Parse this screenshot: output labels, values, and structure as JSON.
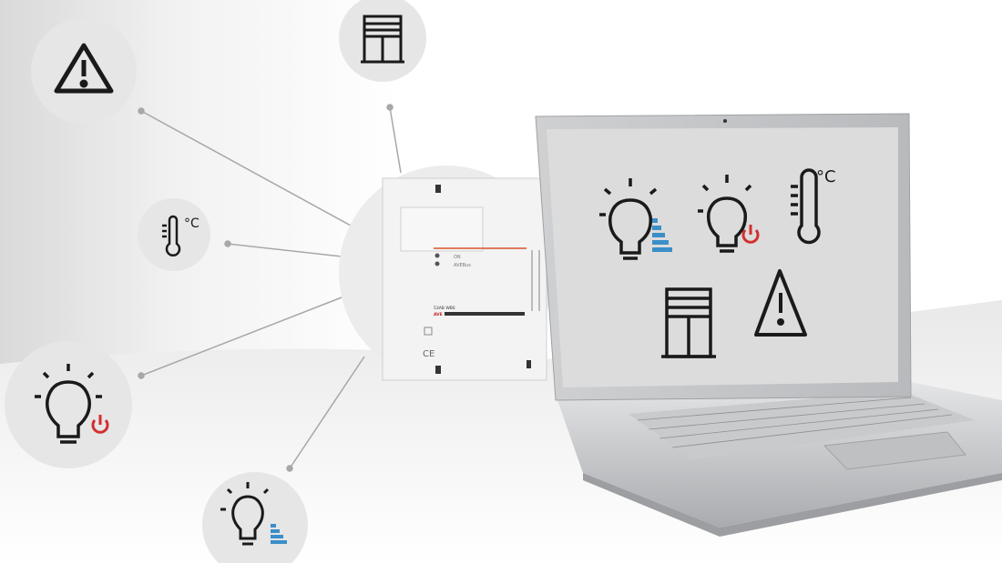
{
  "icons": {
    "warning": "warning-triangle-icon",
    "blind": "roller-shutter-window-icon",
    "thermometer": "thermometer-icon",
    "bulb_power": "light-bulb-on-off-icon",
    "bulb_dimmer": "light-bulb-dimmer-icon"
  },
  "celsius_label": "°C",
  "device": {
    "led_on_label": "ON",
    "led_bus_label": "AVEBus",
    "model": "53AB WBS",
    "brand": "AVE",
    "ce_mark": "CE"
  },
  "colors": {
    "accent_blue": "#3a8fc8",
    "power_red": "#d32f2f",
    "icon_stroke": "#1a1a1a",
    "circle_fill": "#e6e6e6",
    "screen": "#dcdcdc"
  }
}
